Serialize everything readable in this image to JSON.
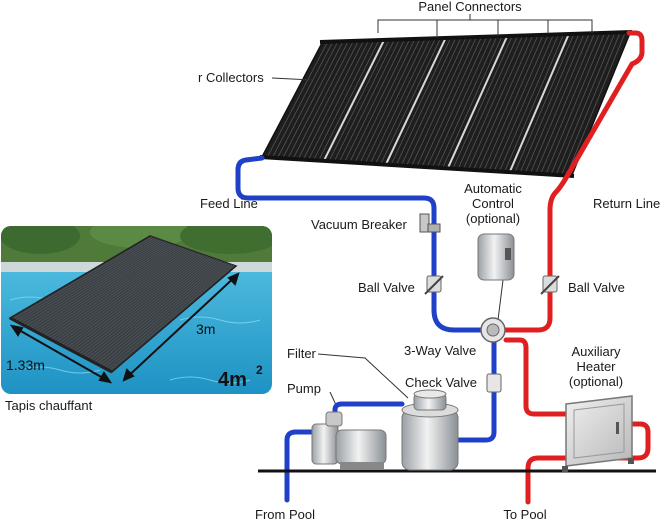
{
  "labels": {
    "panel_connectors": "Panel Connectors",
    "collectors": "r Collectors",
    "feed_line": "Feed Line",
    "return_line": "Return Line",
    "automatic_control_1": "Automatic",
    "automatic_control_2": "Control",
    "automatic_control_3": "(optional)",
    "vacuum_breaker": "Vacuum Breaker",
    "ball_valve_left": "Ball Valve",
    "ball_valve_right": "Ball Valve",
    "three_way_valve": "3-Way Valve",
    "filter": "Filter",
    "check_valve": "Check Valve",
    "pump": "Pump",
    "aux_heater_1": "Auxiliary",
    "aux_heater_2": "Heater",
    "aux_heater_3": "(optional)",
    "from_pool": "From Pool",
    "to_pool": "To Pool"
  },
  "inset": {
    "width_dim": "1.33m",
    "length_dim": "3m",
    "area_value": "4m",
    "area_exp": "2",
    "caption": "Tapis chauffant"
  },
  "colors": {
    "cold_pipe": "#2040c8",
    "hot_pipe": "#e02020",
    "panel": "#1e1e1e",
    "pool_water": "#38b4d8"
  }
}
